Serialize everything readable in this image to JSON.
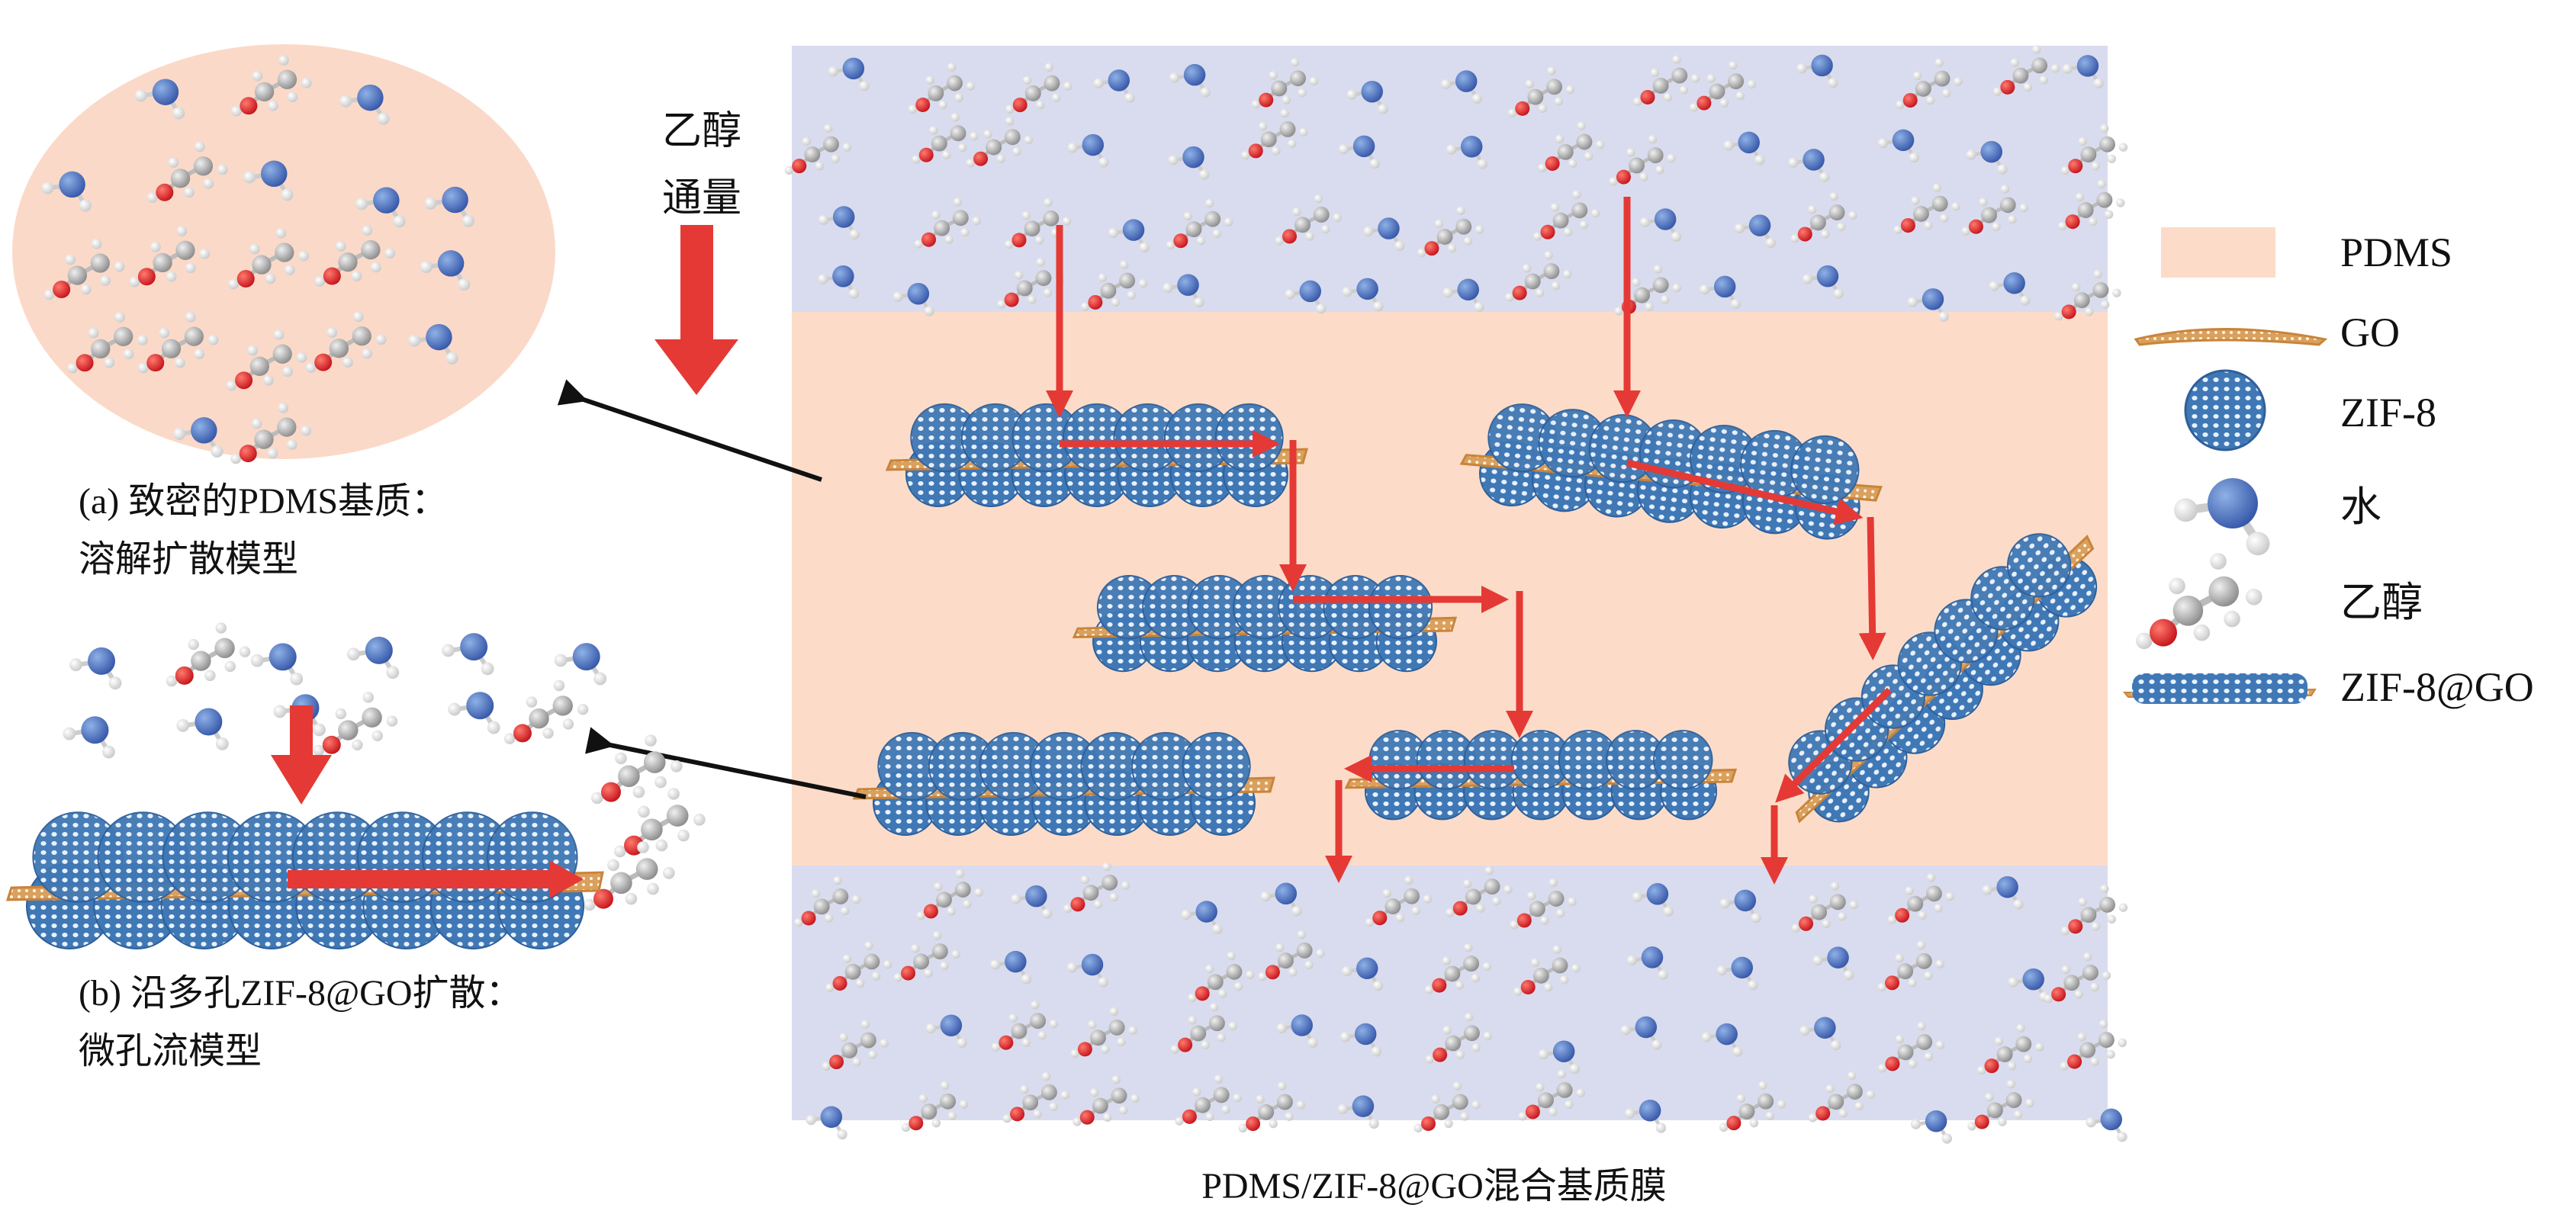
{
  "flux_label": {
    "line1": "乙醇",
    "line2": "通量"
  },
  "caption_a": {
    "line1": "(a) 致密的PDMS基质：",
    "line2": "溶解扩散模型"
  },
  "caption_b": {
    "line1": "(b) 沿多孔ZIF-8@GO扩散：",
    "line2": "微孔流模型"
  },
  "membrane_caption": "PDMS/ZIF-8@GO混合基质膜",
  "legend": [
    {
      "label": "PDMS",
      "icon": "pdms-swatch"
    },
    {
      "label": "GO",
      "icon": "graphene-oxide-sheet"
    },
    {
      "label": "ZIF-8",
      "icon": "zif8-sphere"
    },
    {
      "label": "水",
      "icon": "water-molecule"
    },
    {
      "label": "乙醇",
      "icon": "ethanol-molecule"
    },
    {
      "label": "ZIF-8@GO",
      "icon": "zif8-go-composite"
    }
  ],
  "colors": {
    "pdms": "#fcdcc8",
    "feed": "#d9dcee",
    "arrow": "#e53935",
    "zif": "#3f78b5",
    "go": "#c9843a"
  }
}
